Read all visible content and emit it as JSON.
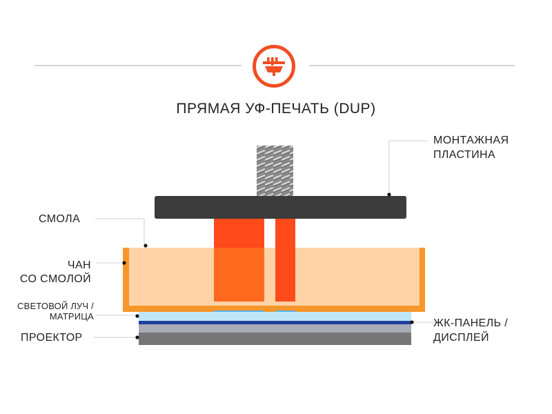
{
  "title": "ПРЯМАЯ УФ-ПЕЧАТЬ (DUP)",
  "logo_icon": "uv-printer-logo-icon",
  "labels": {
    "build_plate": [
      "МОНТАЖНАЯ",
      "ПЛАСТИНА"
    ],
    "resin": "СМОЛА",
    "vat": [
      "ЧАН",
      "СО СМОЛОЙ"
    ],
    "light_beam": [
      "СВЕТОВОЙ ЛУЧ /",
      "МАТРИЦА"
    ],
    "lcd_panel": [
      "ЖК-ПАНЕЛЬ /",
      "ДИСПЛЕЙ"
    ],
    "projector": "ПРОЕКТОР"
  },
  "colors": {
    "accent": "#f04e23",
    "build_plate": "#3c3c3c",
    "printed_part": "#ff4a1c",
    "resin": "#ffd3a6",
    "vat_wall": "#f7962a",
    "lcd_glass": "#bfe6f7",
    "lcd_line": "#1e3f9e",
    "projector": "#767676"
  }
}
